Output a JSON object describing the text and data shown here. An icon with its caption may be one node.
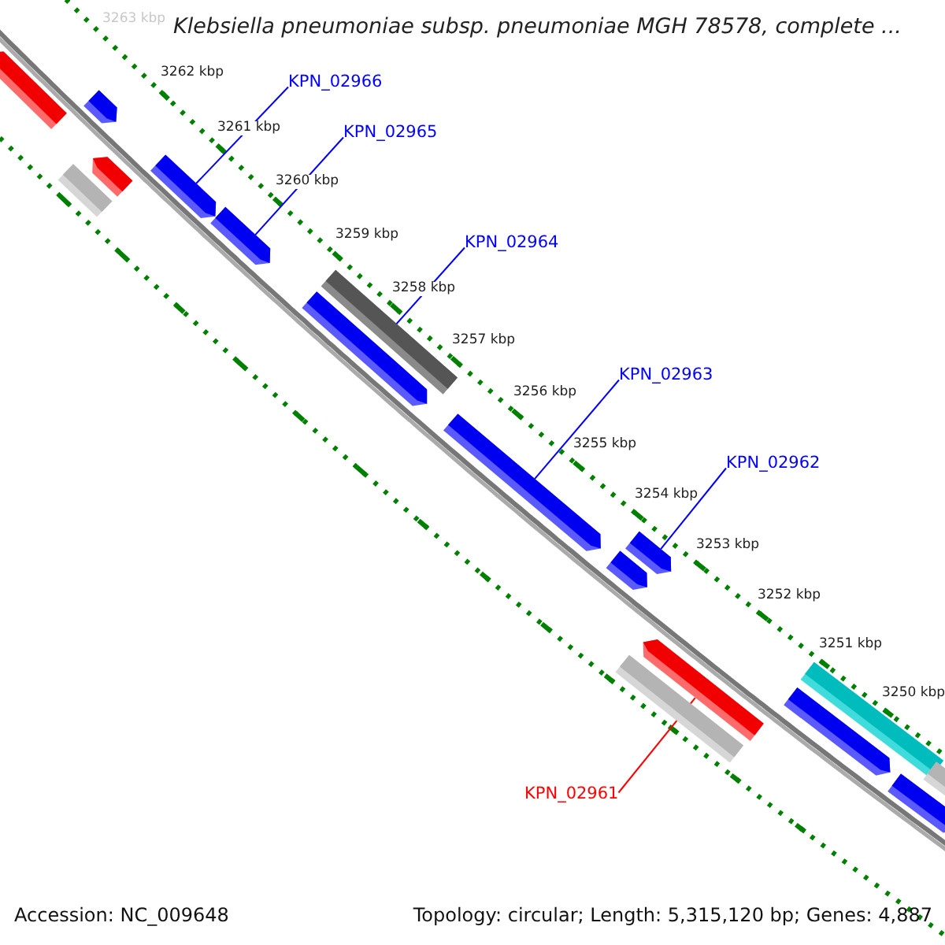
{
  "diagram": {
    "title": "Klebsiella pneumoniae subsp. pneumoniae MGH 78578, complete ...",
    "nodes": [
      {
        "text": [
          "KPN_02966"
        ]
      },
      {
        "text": [],
        "shape": "arrow"
      },
      {
        "text": [
          "KPN_02965"
        ]
      },
      {
        "text": [],
        "shape": "arrow"
      },
      {
        "text": [
          "KPN_02964"
        ]
      },
      {
        "text": [],
        "shape": "bar"
      },
      {
        "text": [
          "KPN_02963"
        ]
      },
      {
        "text": [],
        "shape": "arrow"
      },
      {
        "text": [
          "KPN_02962"
        ]
      },
      {
        "text": [],
        "shape": "arrow"
      },
      {
        "text": [
          "KPN_02961"
        ]
      },
      {
        "text": [],
        "shape": "arrow"
      },
      {
        "text": [],
        "shape": "arrow"
      },
      {
        "text": [],
        "shape": "arrow"
      },
      {
        "text": [],
        "shape": "arrow"
      },
      {
        "text": [],
        "shape": "bar"
      },
      {
        "text": [],
        "shape": "arrow"
      },
      {
        "text": [],
        "shape": "arrow"
      },
      {
        "text": [],
        "shape": "bar"
      },
      {
        "text": [],
        "shape": "bar"
      },
      {
        "text": [],
        "shape": "arrow"
      },
      {
        "text": [],
        "shape": "arrow"
      },
      {
        "text": [],
        "shape": "bar"
      }
    ],
    "edges": [
      {
        "from": 0,
        "to": 1,
        "arrow": "none"
      },
      {
        "from": 2,
        "to": 3,
        "arrow": "none"
      },
      {
        "from": 4,
        "to": 5,
        "arrow": "none"
      },
      {
        "from": 6,
        "to": 7,
        "arrow": "none"
      },
      {
        "from": 8,
        "to": 9,
        "arrow": "none"
      },
      {
        "from": 10,
        "to": 11,
        "arrow": "none",
        "color": "#ff0000"
      }
    ],
    "labels": [
      "3263 kbp",
      "3262 kbp",
      "3261 kbp",
      "3260 kbp",
      "3259 kbp",
      "3258 kbp",
      "3257 kbp",
      "3256 kbp",
      "3255 kbp",
      "3254 kbp",
      "3253 kbp",
      "3252 kbp",
      "3251 kbp",
      "3250 kbp",
      "Accession: NC_009648",
      "Topology: circular; Length: 5,315,120 bp; Genes: 4,887"
    ]
  }
}
